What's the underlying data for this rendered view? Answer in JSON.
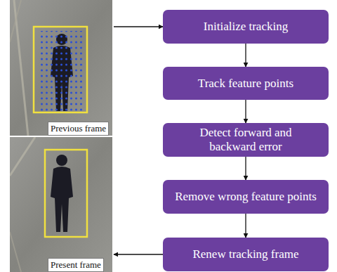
{
  "diagram": {
    "nodes": [
      {
        "text": [
          "Previous frame"
        ]
      },
      {
        "text": [
          "Initialize tracking"
        ]
      },
      {
        "text": [
          "Track feature points"
        ]
      },
      {
        "text": [
          "Detect forward and backward error"
        ]
      },
      {
        "text": [
          "Remove wrong feature points"
        ]
      },
      {
        "text": [
          "Renew tracking frame"
        ]
      },
      {
        "text": [
          "Present frame"
        ]
      }
    ],
    "edges": [
      {
        "from": 0,
        "to": 1,
        "arrow": "to"
      },
      {
        "from": 1,
        "to": 2,
        "arrow": "to"
      },
      {
        "from": 2,
        "to": 3,
        "arrow": "to"
      },
      {
        "from": 3,
        "to": 4,
        "arrow": "to"
      },
      {
        "from": 4,
        "to": 5,
        "arrow": "to"
      },
      {
        "from": 5,
        "to": 6,
        "arrow": "to"
      }
    ]
  }
}
